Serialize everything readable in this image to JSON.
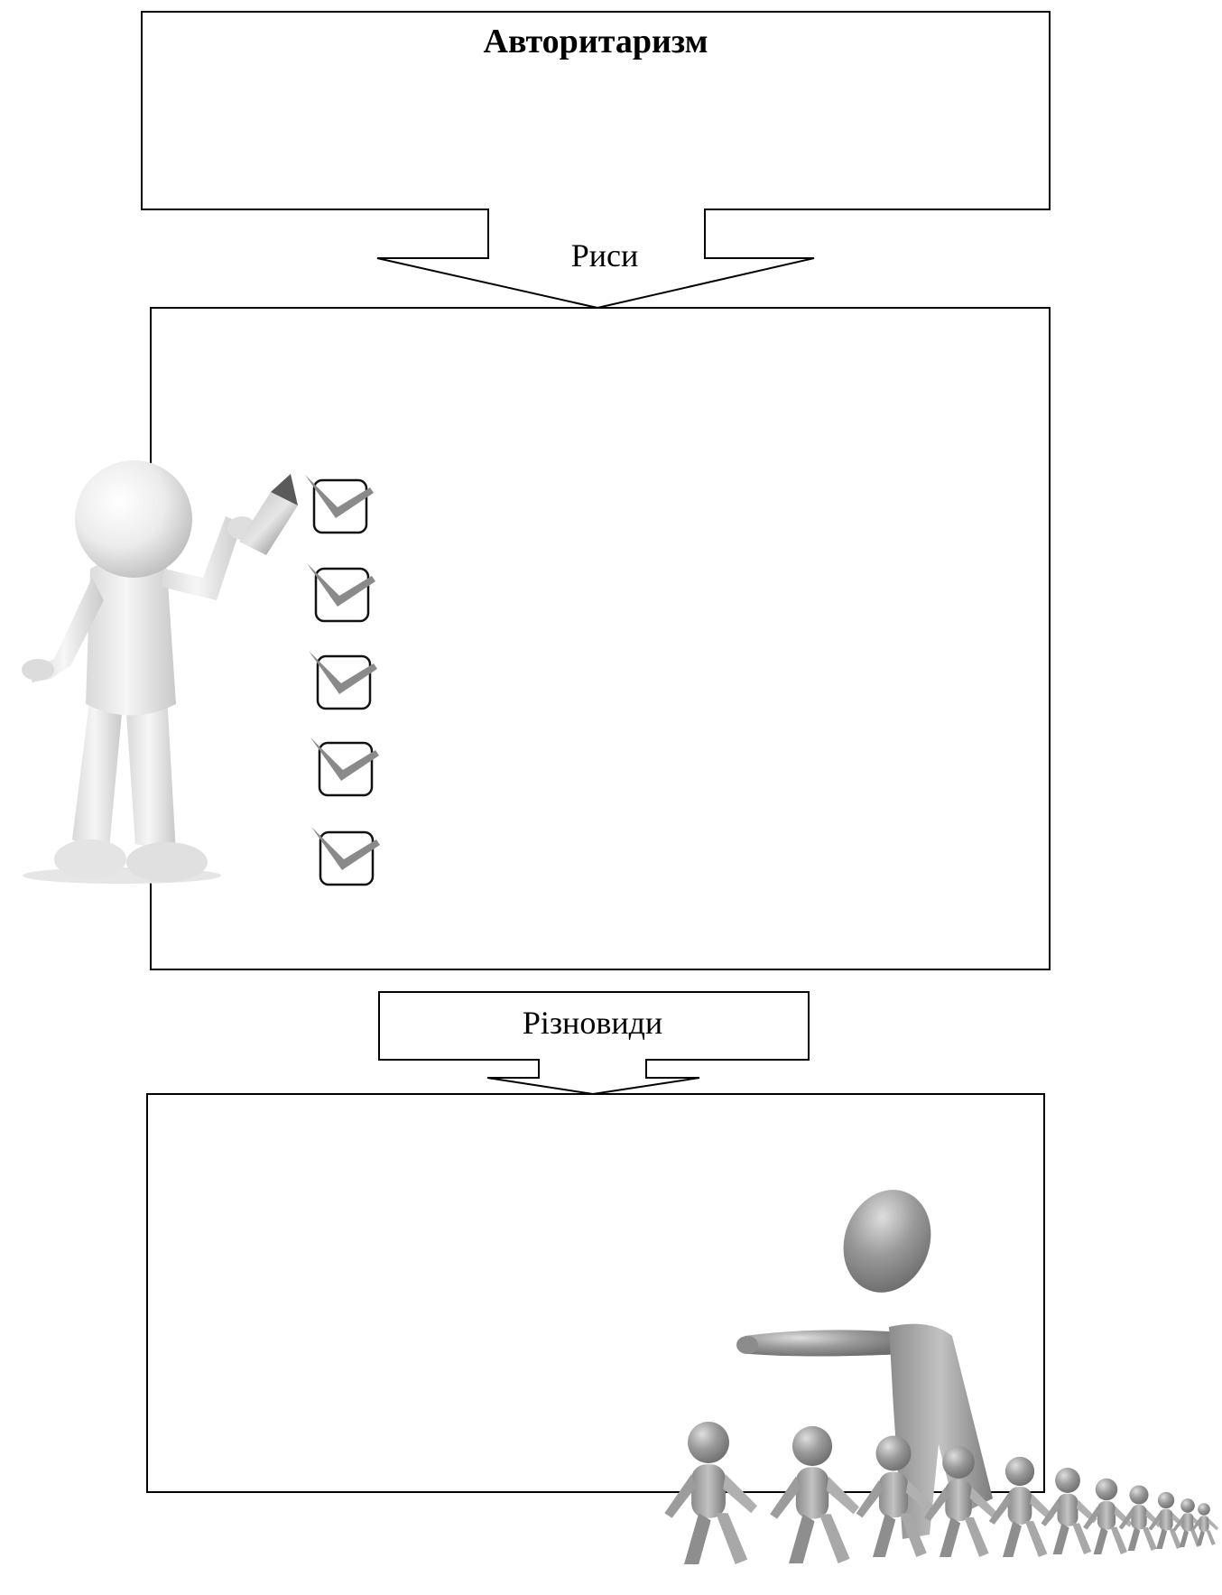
{
  "diagram": {
    "title": "Авторитаризм",
    "arrow_1_label": "Риси",
    "arrow_2_label": "Різновиди"
  }
}
